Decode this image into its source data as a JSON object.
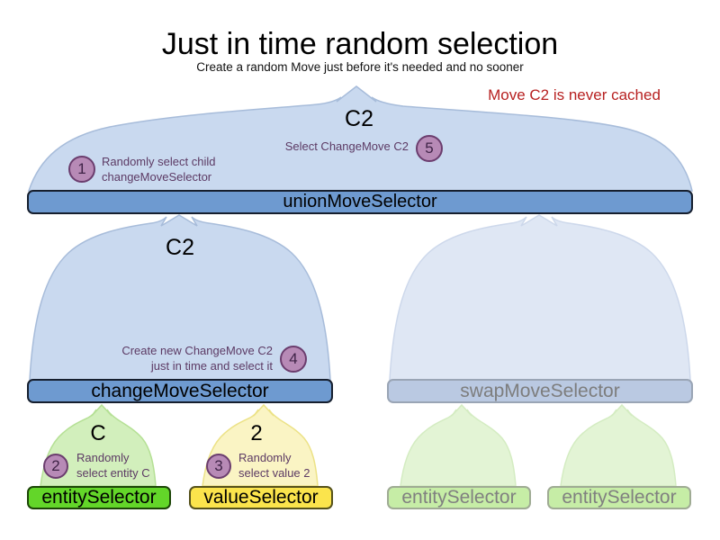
{
  "title": "Just in time random selection",
  "subtitle": "Create a random Move just before it's needed and no sooner",
  "note": "Move C2 is never cached",
  "selectors": {
    "union": {
      "label": "unionMoveSelector"
    },
    "change": {
      "label": "changeMoveSelector"
    },
    "swap": {
      "label": "swapMoveSelector"
    },
    "entity": {
      "label": "entitySelector"
    },
    "value": {
      "label": "valueSelector"
    },
    "faded_entity_1": {
      "label": "entitySelector"
    },
    "faded_entity_2": {
      "label": "entitySelector"
    }
  },
  "moves": {
    "union_output": "C2",
    "change_output": "C2",
    "entity_output": "C",
    "value_output": "2"
  },
  "steps": [
    {
      "num": "1",
      "text": "Randomly select child\nchangeMoveSelector"
    },
    {
      "num": "2",
      "text": "Randomly\nselect entity C"
    },
    {
      "num": "3",
      "text": "Randomly\nselect value 2"
    },
    {
      "num": "4",
      "text": "Create new ChangeMove C2\njust in time and select it"
    },
    {
      "num": "5",
      "text": "Select ChangeMove C2"
    }
  ],
  "colors": {
    "funnel-blue": "#c9d9ef",
    "funnel-blue-stroke": "#a7bcda",
    "funnel-blue-faded": "#dfe7f4",
    "funnel-green": "#d2efbc",
    "funnel-green-faded": "#e3f4d5",
    "funnel-yellow": "#faf4c4",
    "bar-blue": "#6e9ad0",
    "bar-blue-faded": "#bac9e2",
    "bar-green": "#63d629",
    "bar-green-faded": "#c6eda6",
    "bar-yellow": "#fbe44c",
    "step-circle": "#b78ab6",
    "step-circle-border": "#6b3d6e",
    "annotation-purple": "#5c3a64",
    "note-red": "#b72121"
  }
}
